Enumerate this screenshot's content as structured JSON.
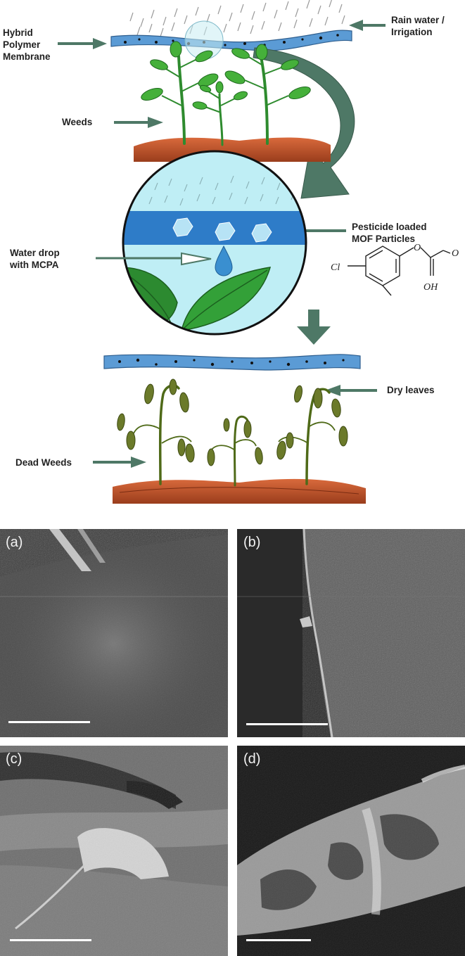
{
  "schematic": {
    "labels": {
      "membrane": "Hybrid\nPolymer\nMembrane",
      "rain": "Rain water /\nIrrigation",
      "weeds": "Weeds",
      "pesticide_mof": "Pesticide loaded\nMOF Particles",
      "water_drop": "Water drop\nwith MCPA",
      "dry_leaves": "Dry leaves",
      "dead_weeds": "Dead Weeds"
    },
    "molecule_atoms": [
      "Cl",
      "O",
      "O",
      "OH"
    ],
    "colors": {
      "membrane": "#5b9bd5",
      "arrow": "#4e7866",
      "leaf_green": "#3fa535",
      "dry_leaf": "#6b7a2a",
      "soil": "#c0552a",
      "zoom_fill": "#bfeef5"
    }
  },
  "micrographs": {
    "panels": [
      {
        "label": "(a)"
      },
      {
        "label": "(b)"
      },
      {
        "label": "(c)"
      },
      {
        "label": "(d)"
      }
    ]
  }
}
